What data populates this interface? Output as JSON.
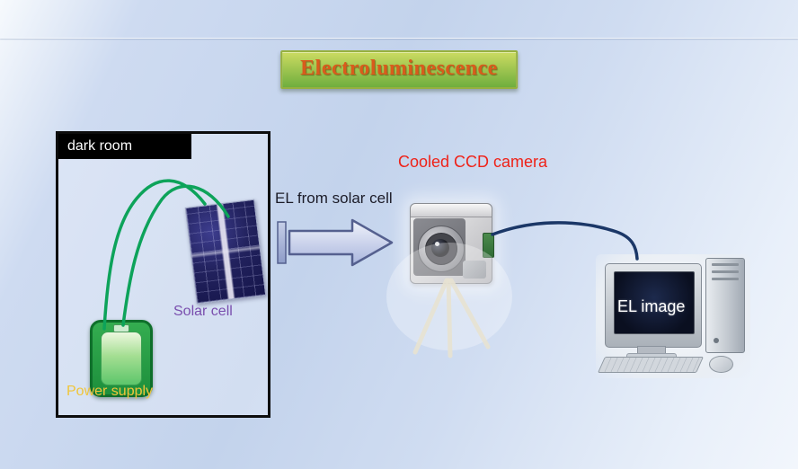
{
  "slide": {
    "title": "Electroluminescence",
    "dark_room": {
      "label": "dark room"
    },
    "solar_cell": {
      "label": "Solar cell"
    },
    "power_supply": {
      "label": "Power supply"
    },
    "arrow": {
      "label": "EL from solar cell"
    },
    "camera": {
      "label": "Cooled CCD camera"
    },
    "monitor": {
      "screen_text": "EL image"
    },
    "colors": {
      "title_text": "#d95b1c",
      "title_bg_top": "#ccdb61",
      "title_bg_bottom": "#6fae3e",
      "title_border": "#96b03f",
      "camera_label": "#ef2218",
      "solar_label": "#7a4fae",
      "power_label": "#f0c53a",
      "wire_green": "#0da35a",
      "cable_navy": "#1b3767",
      "arrow_fill_light": "#f0f3fb",
      "arrow_fill_dark": "#a9b5dd",
      "arrow_border": "#55608f",
      "dark_room_text": "#ffffff",
      "el_text": "#1c1c28"
    }
  }
}
